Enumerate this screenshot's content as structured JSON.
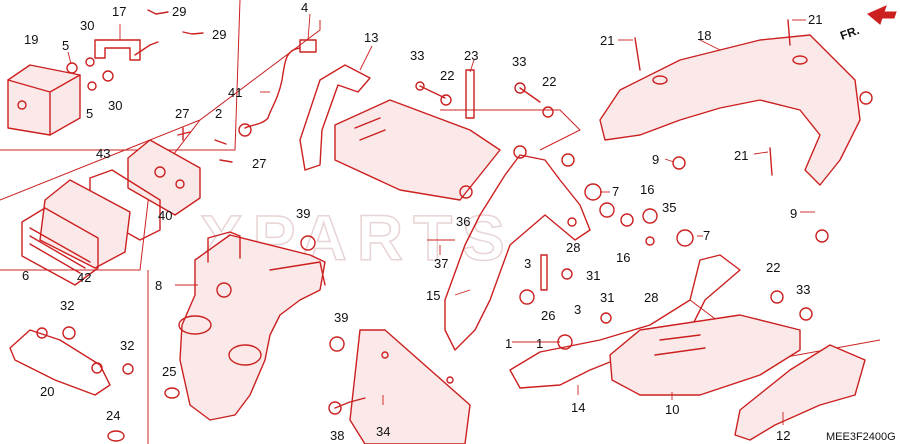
{
  "diagram_code": "MEE3F2400G",
  "direction_label": "FR.",
  "watermark_text": "XPARTS",
  "colors": {
    "line": "#cc2020",
    "text": "#111111",
    "watermark": "#e8d4d4"
  },
  "callouts": [
    "19",
    "5",
    "30",
    "17",
    "29",
    "29",
    "5",
    "30",
    "27",
    "2",
    "27",
    "43",
    "40",
    "6",
    "42",
    "4",
    "41",
    "13",
    "33",
    "22",
    "23",
    "33",
    "22",
    "18",
    "21",
    "21",
    "9",
    "21",
    "9",
    "7",
    "16",
    "35",
    "7",
    "36",
    "28",
    "16",
    "8",
    "39",
    "37",
    "15",
    "3",
    "31",
    "26",
    "22",
    "33",
    "28",
    "3",
    "31",
    "1",
    "1",
    "32",
    "32",
    "20",
    "25",
    "24",
    "39",
    "38",
    "34",
    "14",
    "10",
    "12"
  ]
}
